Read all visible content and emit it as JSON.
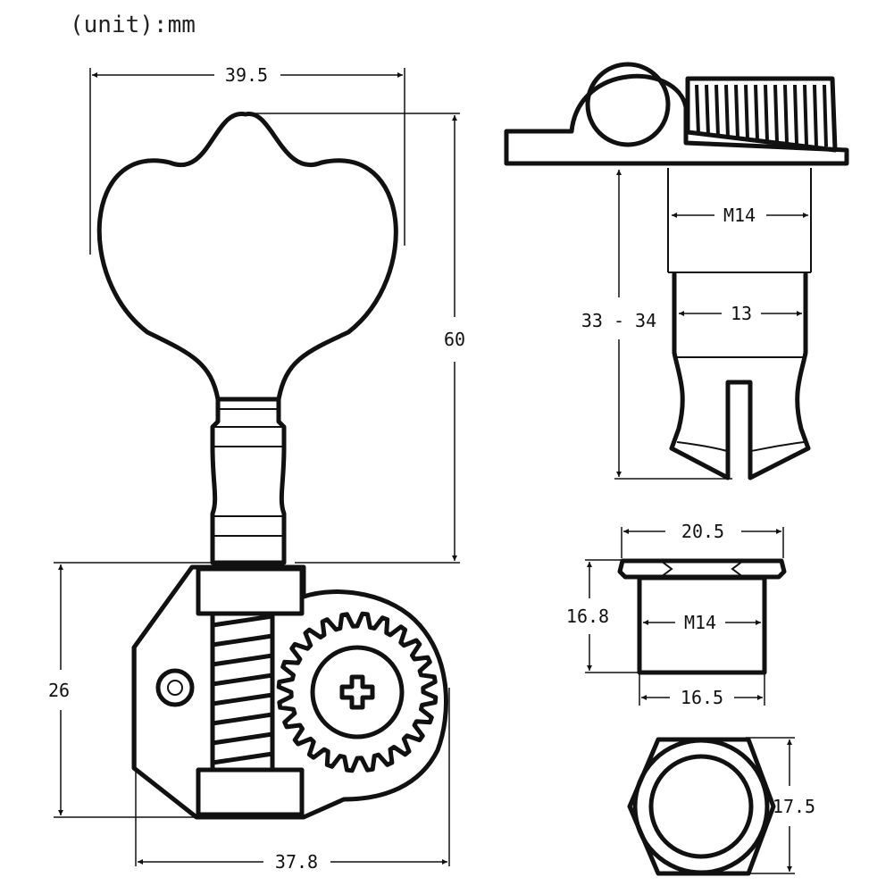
{
  "unit_label": "(unit):mm",
  "dimensions": {
    "button_width": "39.5",
    "overall_height": "60",
    "base_height": "26",
    "base_width": "37.8",
    "thread_size": "M14",
    "post_diameter": "13",
    "post_height": "33 - 34",
    "nut_width": "20.5",
    "bushing_height": "16.8",
    "bushing_thread": "M14",
    "bushing_diameter": "16.5",
    "nut_across_flats": "17.5"
  },
  "colors": {
    "line": "#111111",
    "background": "#ffffff"
  }
}
